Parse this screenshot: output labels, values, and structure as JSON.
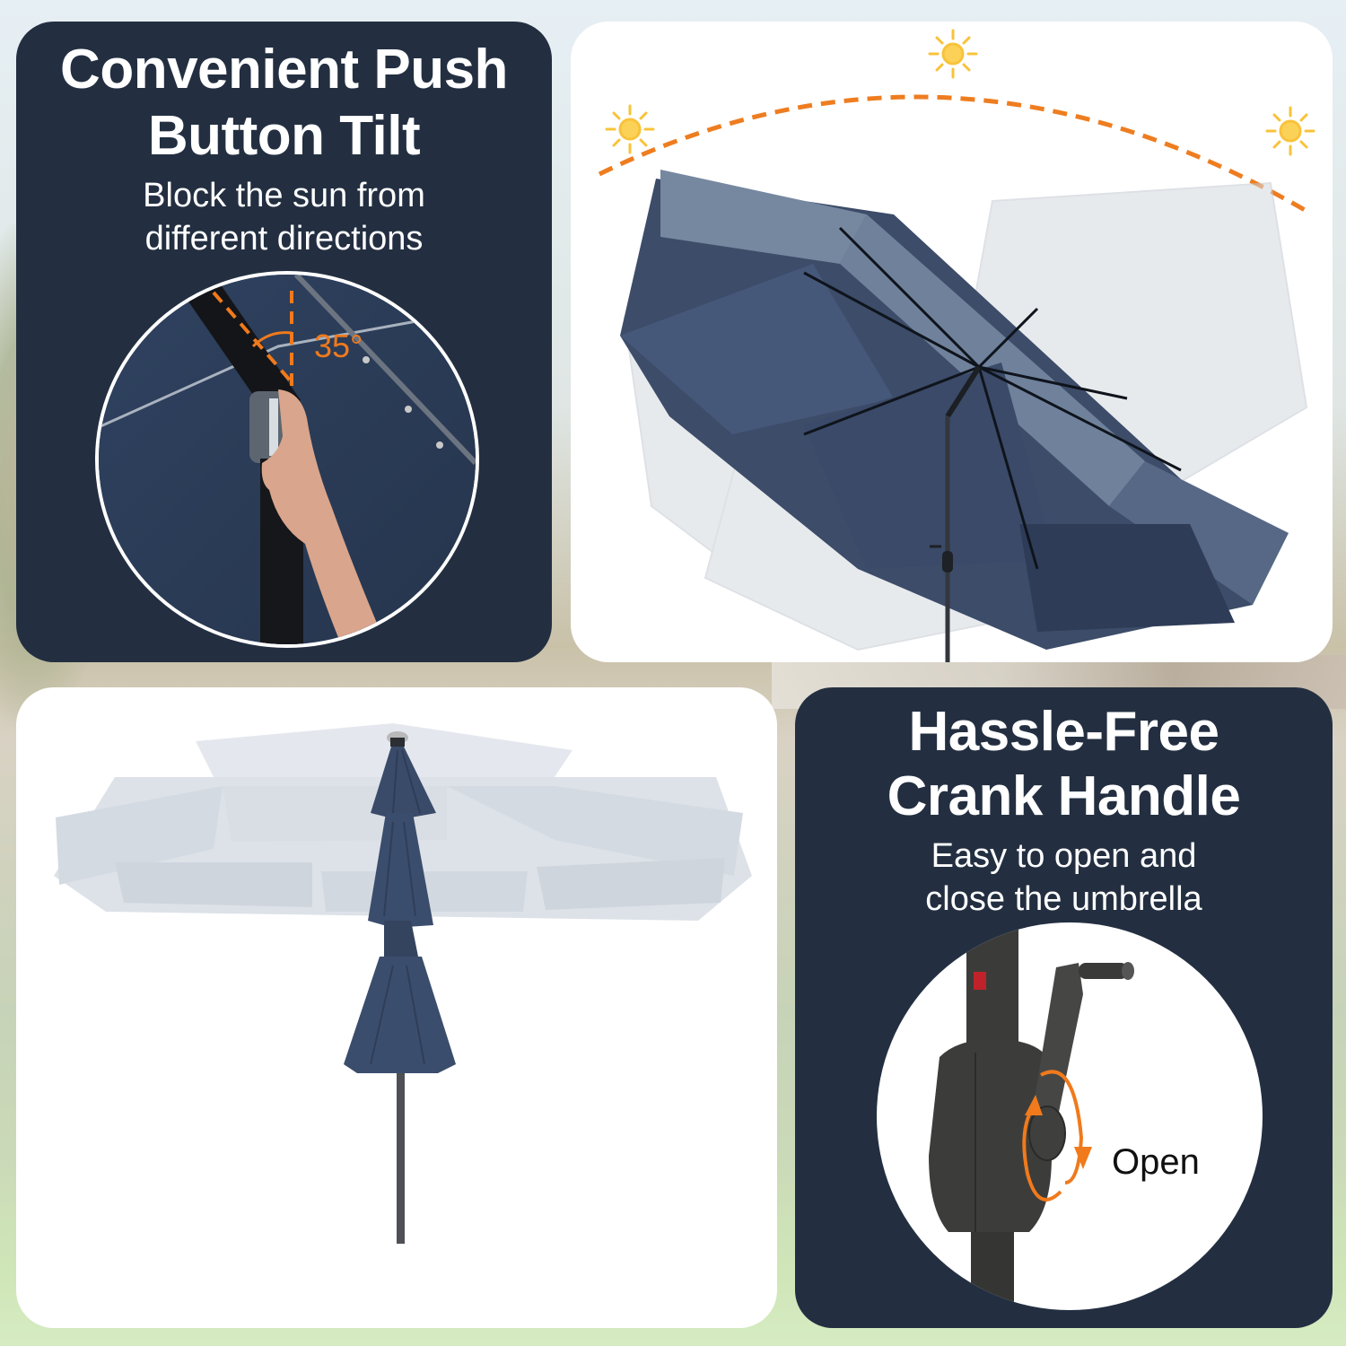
{
  "panels": {
    "tilt": {
      "title_line1": "Convenient Push",
      "title_line2": "Button Tilt",
      "subtitle_line1": "Block the sun from",
      "subtitle_line2": "different directions",
      "angle_label": "35°",
      "image": "hand-pressing-tilt-button-photo"
    },
    "sun_path": {
      "image": "umbrella-tilting-multiple-angles-illustration",
      "icons": [
        "sun-icon",
        "sun-icon",
        "sun-icon"
      ],
      "arc": "dashed-orange-sun-path"
    },
    "closed_umbrella": {
      "image": "closed-navy-umbrella-with-faded-open-canopy"
    },
    "crank": {
      "title_line1": "Hassle-Free",
      "title_line2": "Crank Handle",
      "subtitle_line1": "Easy to open and",
      "subtitle_line2": "close the umbrella",
      "open_label": "Open",
      "image": "crank-handle-closeup-photo"
    }
  },
  "colors": {
    "panel_dark": "#232f41",
    "panel_light": "#ffffff",
    "accent_orange": "#f07a1c",
    "sun_yellow": "#f8c33a",
    "canopy_navy": "#34466a",
    "canopy_faded": "#d7dce2"
  }
}
